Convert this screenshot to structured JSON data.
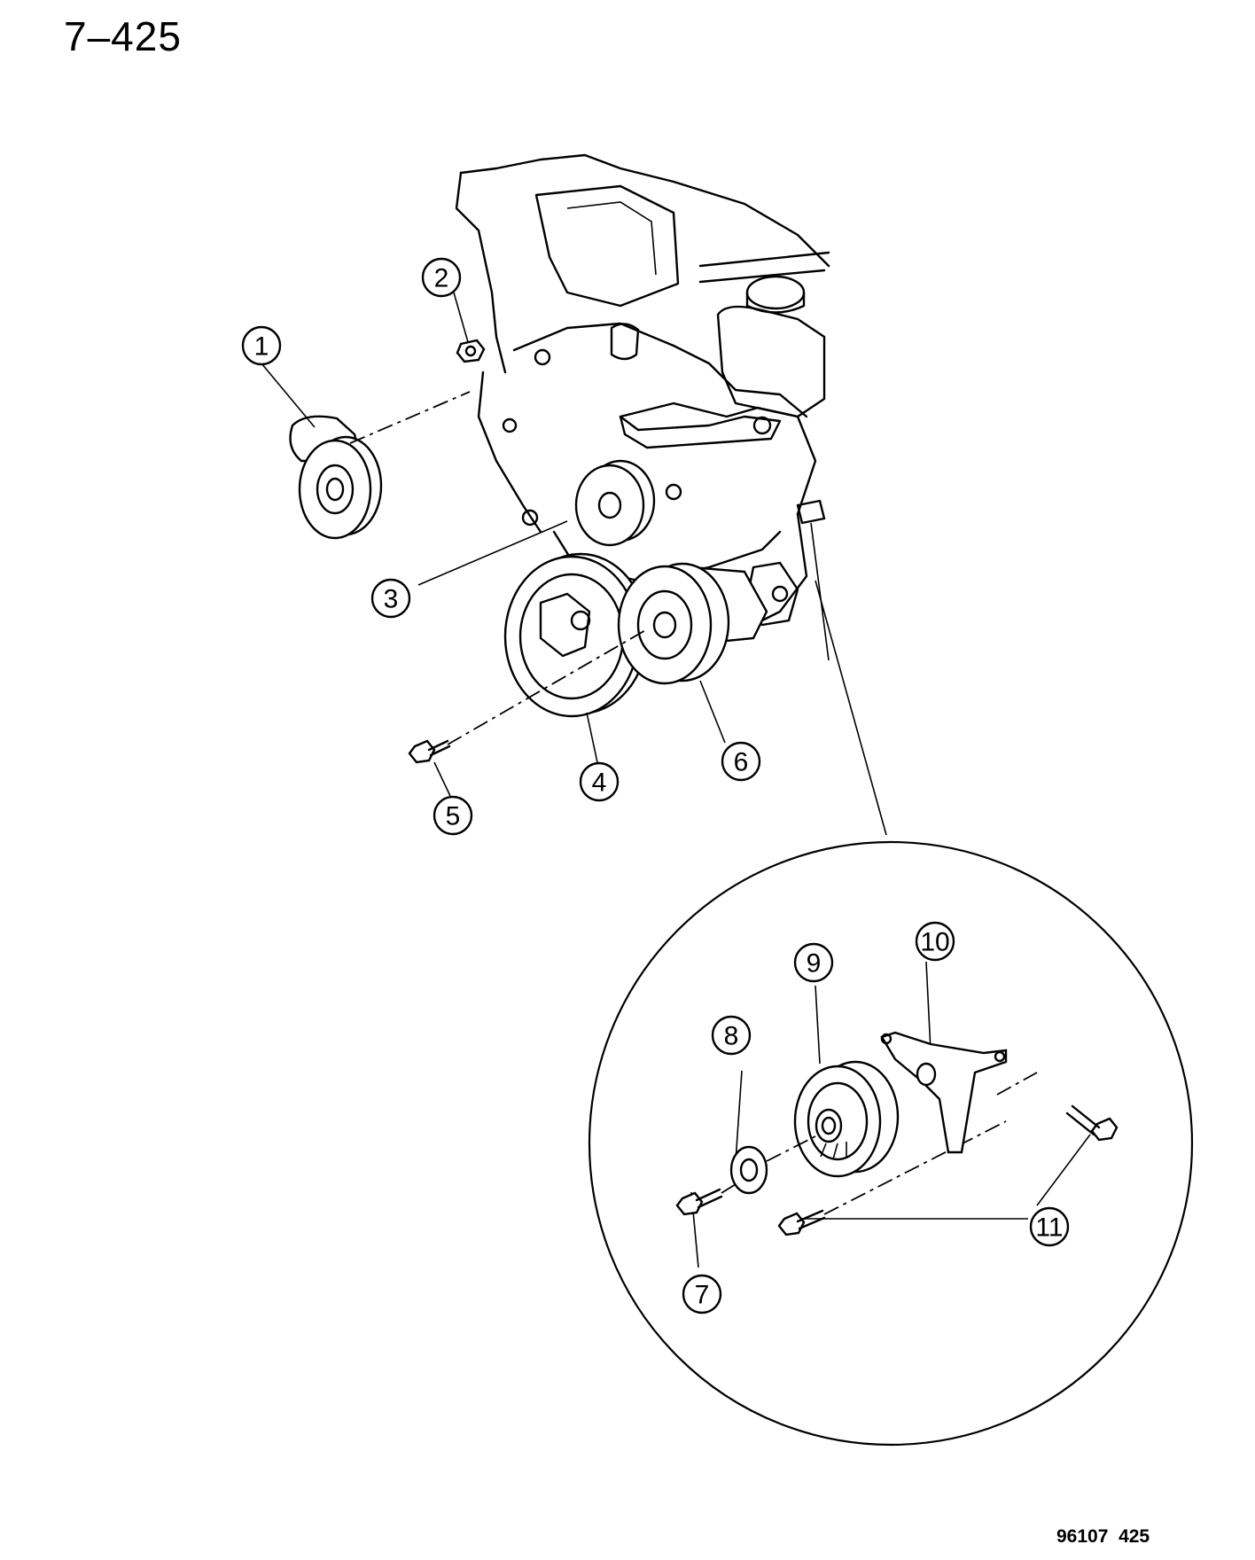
{
  "page": {
    "title": "7–425",
    "footer_code": "96107  425"
  },
  "callouts": [
    {
      "id": "c1",
      "label": "1"
    },
    {
      "id": "c2",
      "label": "2"
    },
    {
      "id": "c3",
      "label": "3"
    },
    {
      "id": "c4",
      "label": "4"
    },
    {
      "id": "c5",
      "label": "5"
    },
    {
      "id": "c6",
      "label": "6"
    },
    {
      "id": "c7",
      "label": "7"
    },
    {
      "id": "c8",
      "label": "8"
    },
    {
      "id": "c9",
      "label": "9"
    },
    {
      "id": "c10",
      "label": "10"
    },
    {
      "id": "c11",
      "label": "11"
    }
  ]
}
